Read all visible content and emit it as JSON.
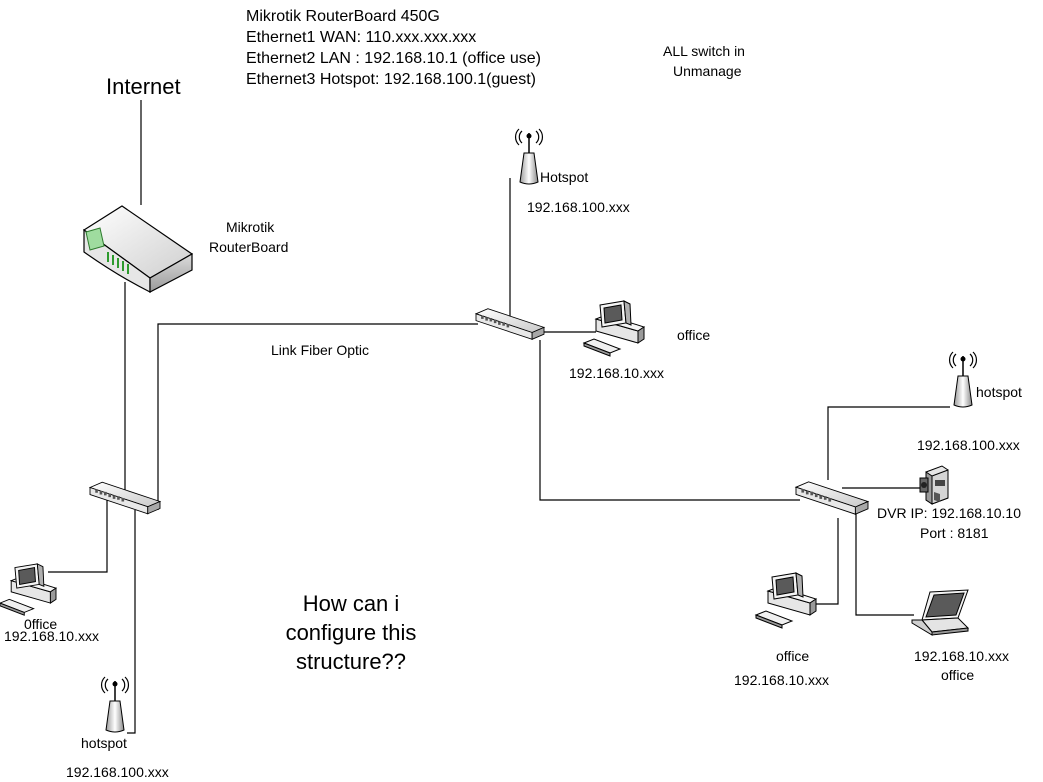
{
  "info_block": {
    "line1": "Mikrotik RouterBoard 450G",
    "line2": "Ethernet1 WAN: 110.xxx.xxx.xxx",
    "line3": "Ethernet2 LAN : 192.168.10.1 (office use)",
    "line4": "Ethernet3 Hotspot: 192.168.100.1(guest)"
  },
  "switch_note": {
    "line1": "ALL switch in",
    "line2": "Unmanage"
  },
  "internet_label": "Internet",
  "router": {
    "line1": "Mikrotik",
    "line2": "RouterBoard"
  },
  "link_label": "Link Fiber Optic",
  "question": {
    "line1": "How can i",
    "line2": "configure this",
    "line3": "structure??"
  },
  "top_hotspot": {
    "name": "Hotspot",
    "ip": "192.168.100.xxx"
  },
  "center_office": {
    "name": "office",
    "ip": "192.168.10.xxx"
  },
  "left_office": {
    "name": "0ffice",
    "ip": "192.168.10.xxx"
  },
  "left_hotspot": {
    "name": "hotspot",
    "ip": "192.168.100.xxx"
  },
  "right_hotspot": {
    "name": "hotspot",
    "ip": "192.168.100.xxx"
  },
  "dvr": {
    "line1": "DVR IP: 192.168.10.10",
    "line2": "Port : 8181"
  },
  "right_office": {
    "name": "office",
    "ip": "192.168.10.xxx"
  },
  "laptop": {
    "ip": "192.168.10.xxx",
    "name": "office"
  },
  "icons": [
    "antenna-icon",
    "router-icon",
    "switch-icon",
    "computer-icon",
    "laptop-icon",
    "camera-icon"
  ]
}
